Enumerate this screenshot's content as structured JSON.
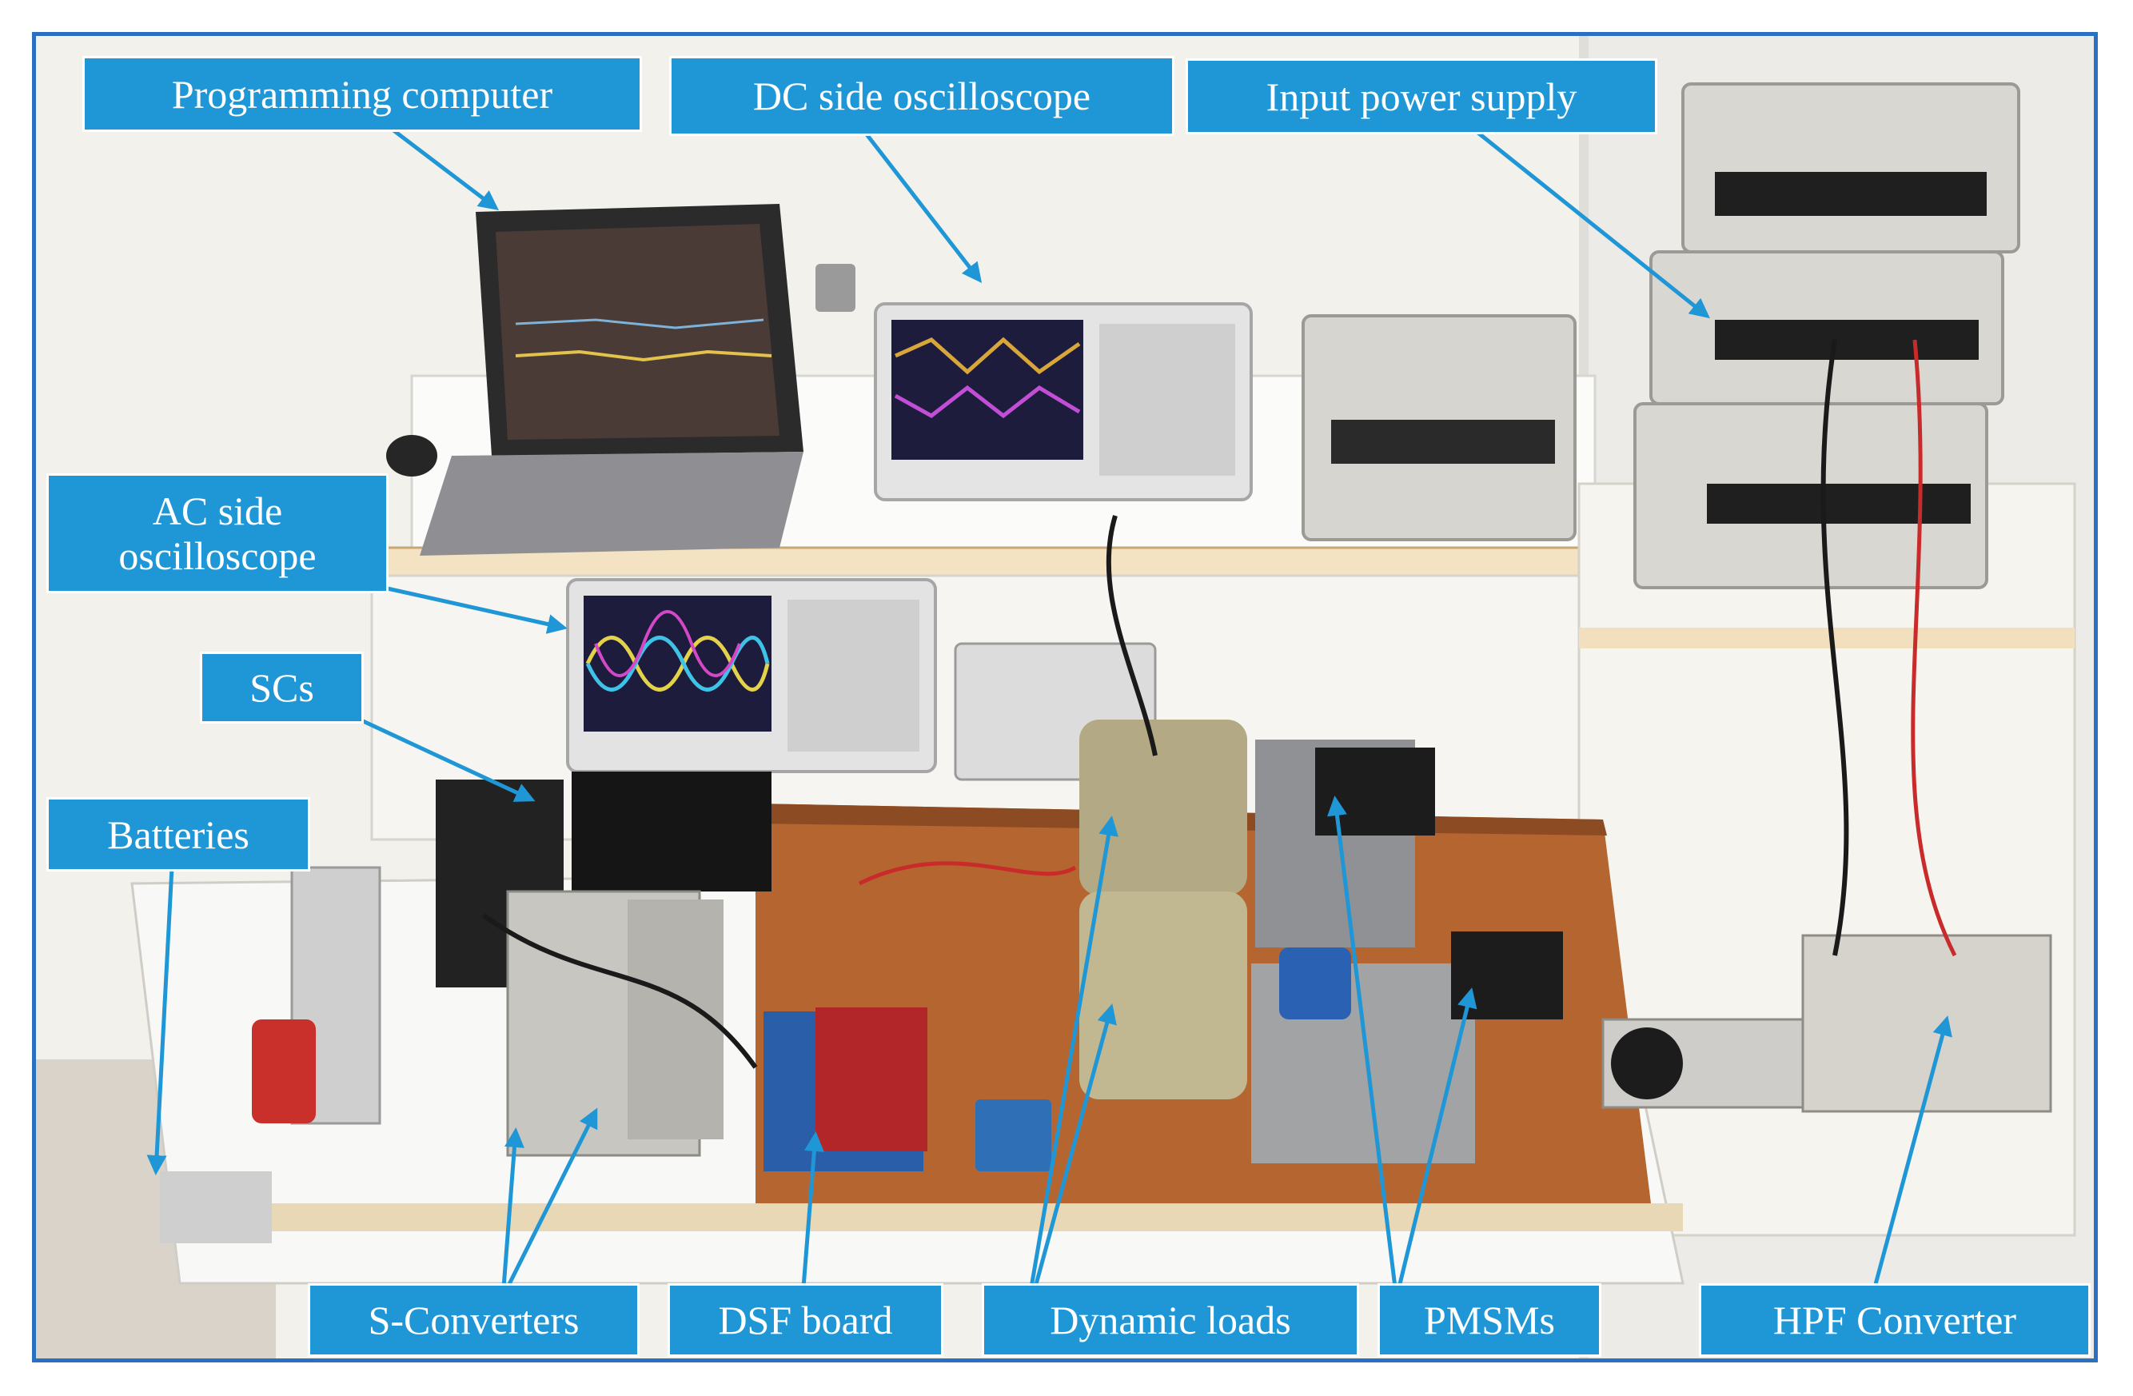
{
  "labels": {
    "programming_computer": "Programming computer",
    "dc_oscilloscope": "DC side oscilloscope",
    "input_power_supply": "Input power supply",
    "ac_oscilloscope": "AC side\noscilloscope",
    "scs": "SCs",
    "batteries": "Batteries",
    "s_converters": "S-Converters",
    "dsf_board": "DSF board",
    "dynamic_loads": "Dynamic loads",
    "pmsms": "PMSMs",
    "hpf_converter": "HPF Converter"
  },
  "colors": {
    "label_bg": "#1f97d6",
    "label_text": "#ffffff",
    "arrow": "#1f97d6",
    "frame_border": "#2a6fc1",
    "wood_bench": "#b5652f",
    "wall": "#f3f1ec"
  }
}
